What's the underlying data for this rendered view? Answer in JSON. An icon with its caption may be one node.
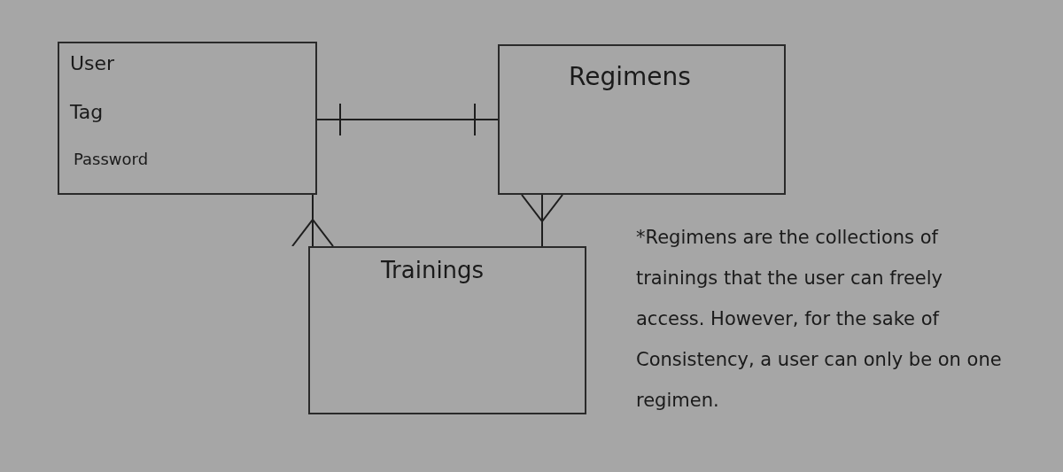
{
  "diagram": {
    "nodes": [
      {
        "text": [
          "User",
          "Tag",
          "Password"
        ]
      },
      {
        "text": [
          "Regimens"
        ]
      },
      {
        "text": [
          "Trainings"
        ]
      }
    ],
    "edges": [
      {
        "from": 0,
        "to": 1,
        "arrow": "other"
      },
      {
        "from": 0,
        "to": 2,
        "arrow": "other"
      },
      {
        "from": 1,
        "to": 2,
        "arrow": "other"
      }
    ],
    "labels": [
      "*Regimens are the collections of trainings that the user can freely access. However, for the sake of Consistency, a user can only be on one regimen."
    ]
  }
}
